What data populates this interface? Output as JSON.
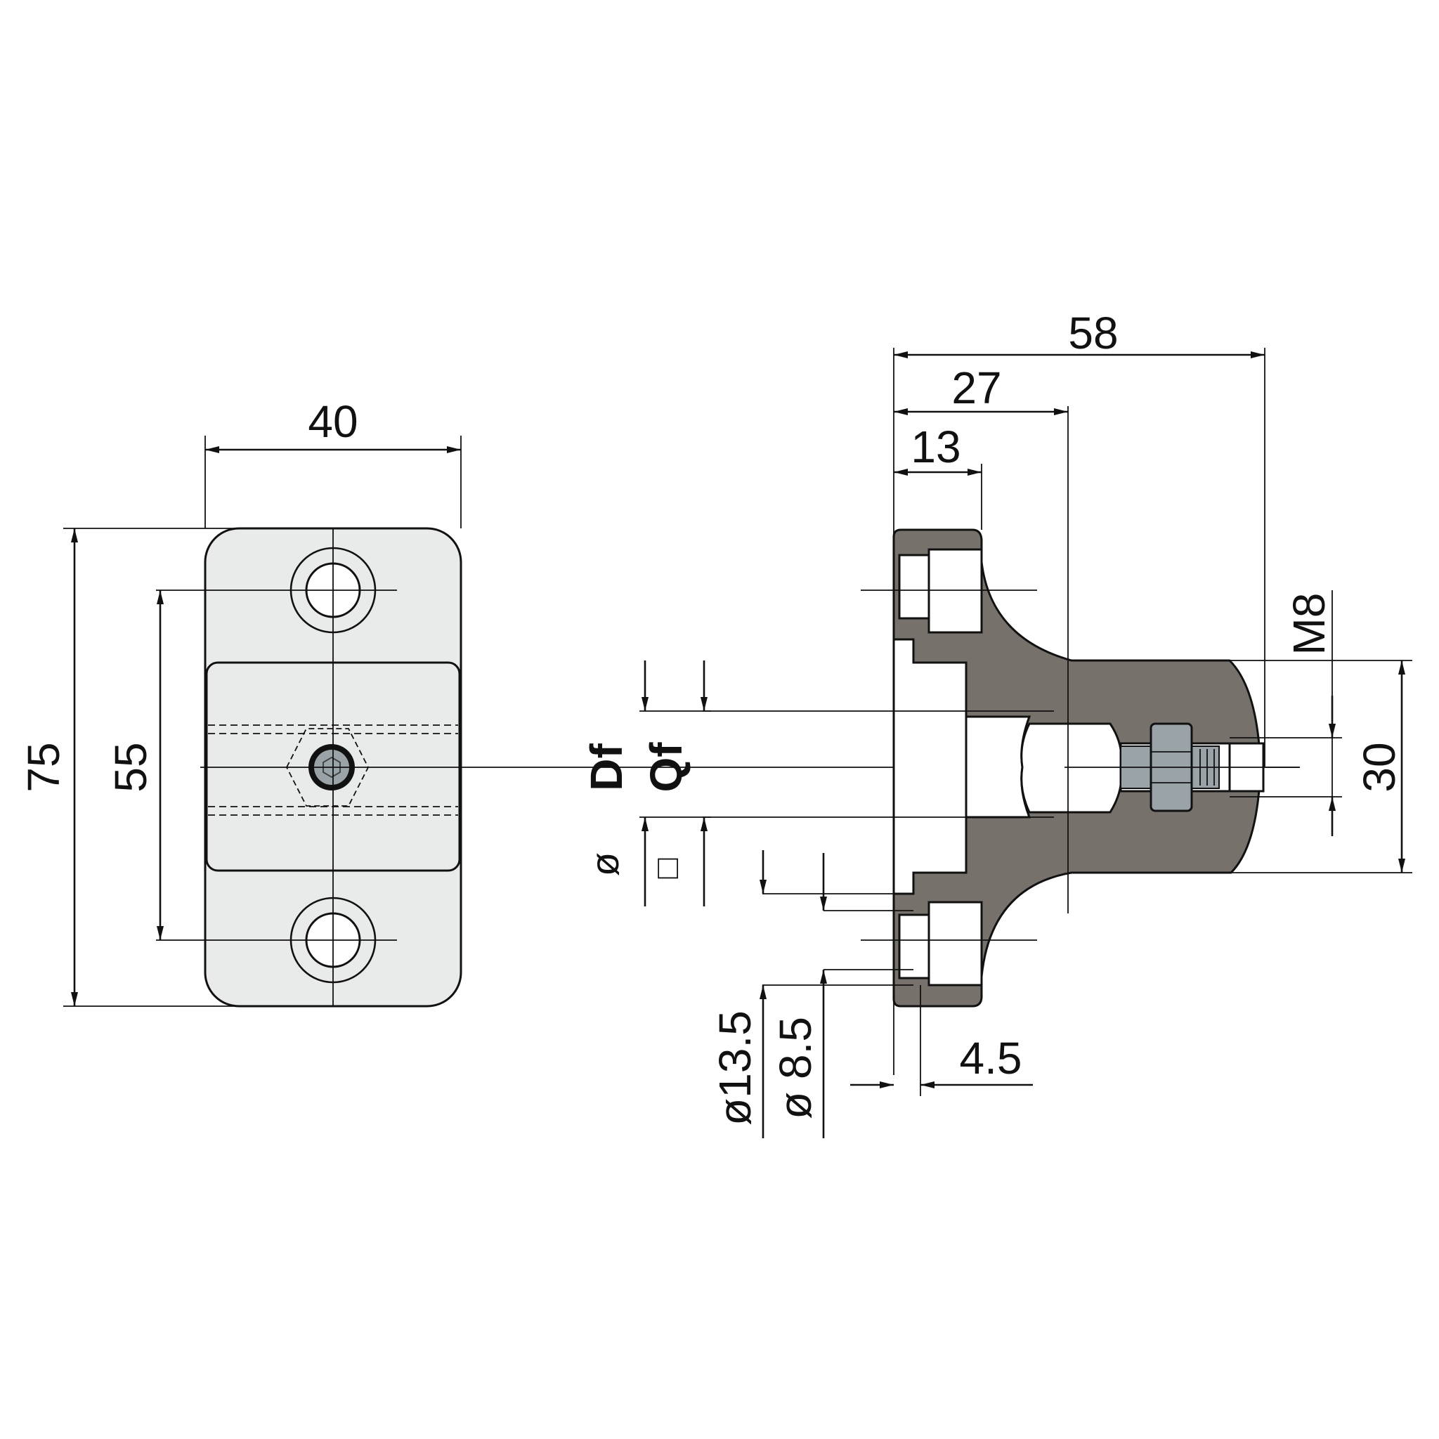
{
  "front_view": {
    "width_label": "40",
    "height_label": "75",
    "hole_spacing_label": "55"
  },
  "side_view": {
    "overall_length_label": "58",
    "neck_length_label": "27",
    "flange_thickness_label": "13",
    "counterbore_depth_label": "4.5",
    "thread_label": "M8",
    "hub_height_label": "30",
    "bore_diameter_symbol": "ø",
    "bore_diameter_label": "Df",
    "square_symbol": "□",
    "square_label": "Qf",
    "counterbore_diameter_label": "ø13.5",
    "hole_diameter_label": "ø 8.5"
  },
  "colors": {
    "light_body": "#e9ebea",
    "dark_body": "#76726b",
    "screw": "#9aa3a8",
    "line": "#111111"
  }
}
